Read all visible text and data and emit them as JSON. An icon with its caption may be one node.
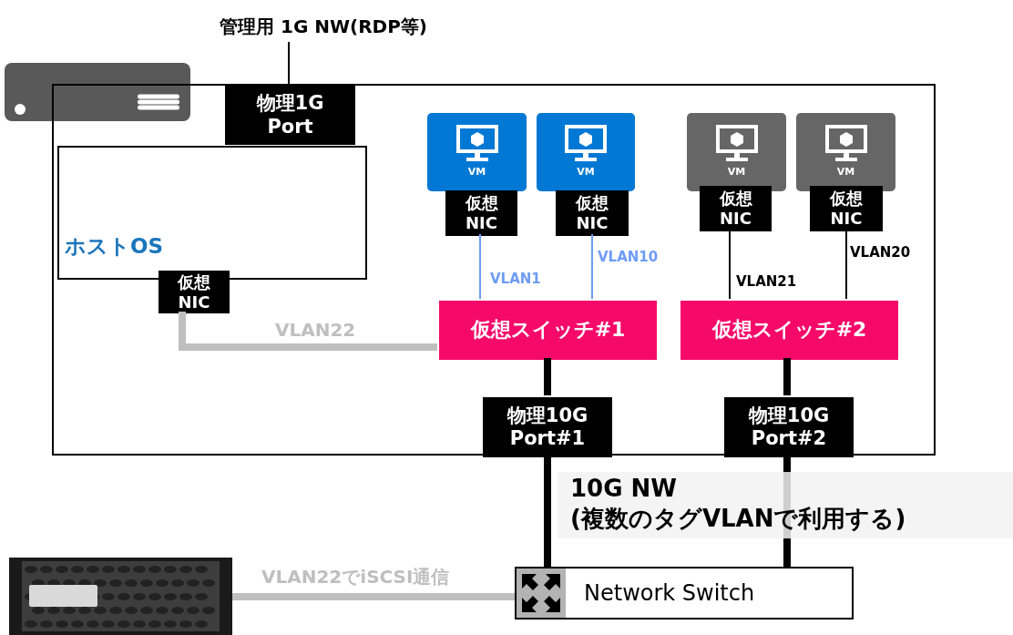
{
  "diagram": {
    "nodes": [
      {
        "text": [
          "管理用 1G NW(RDP等)"
        ]
      },
      {
        "text": [],
        "shape": "box"
      },
      {
        "text": [
          "物理1G Port"
        ],
        "in": 1
      },
      {
        "text": [
          "VM"
        ],
        "in": 1
      },
      {
        "text": [
          "VM"
        ],
        "in": 1
      },
      {
        "text": [
          "VM"
        ],
        "in": 1
      },
      {
        "text": [
          "VM"
        ],
        "in": 1
      },
      {
        "text": [
          "ホストOS"
        ],
        "in": 1
      },
      {
        "text": [
          "仮想 NIC"
        ],
        "in": 1
      },
      {
        "text": [
          "仮想 NIC"
        ],
        "in": 1
      },
      {
        "text": [
          "仮想 NIC"
        ],
        "in": 1
      },
      {
        "text": [
          "仮想 NIC"
        ],
        "in": 1
      },
      {
        "text": [
          "仮想 NIC"
        ],
        "in": 1
      },
      {
        "text": [
          "仮想スイッチ#1"
        ],
        "in": 1
      },
      {
        "text": [
          "仮想スイッチ#2"
        ],
        "in": 1
      },
      {
        "text": [
          "物理10G Port#1"
        ],
        "in": 1
      },
      {
        "text": [
          "物理10G Port#2"
        ],
        "in": 1
      },
      {
        "text": [],
        "shape": "picture"
      },
      {
        "text": [
          "Network Switch"
        ]
      }
    ],
    "edges": [
      {
        "from": 0,
        "to": 2,
        "arrow": "none"
      },
      {
        "from": 12,
        "to": 13,
        "arrow": "none",
        "label": "VLAN22",
        "color": "#bfbfbf"
      },
      {
        "from": 8,
        "to": 13,
        "arrow": "none",
        "label": "VLAN1",
        "color": "#6e9cf5"
      },
      {
        "from": 9,
        "to": 13,
        "arrow": "none",
        "label": "VLAN10",
        "color": "#6e9cf5"
      },
      {
        "from": 10,
        "to": 14,
        "arrow": "none",
        "label": "VLAN21"
      },
      {
        "from": 11,
        "to": 14,
        "arrow": "none",
        "label": "VLAN20"
      },
      {
        "from": 13,
        "to": 15,
        "arrow": "none"
      },
      {
        "from": 14,
        "to": 16,
        "arrow": "none"
      },
      {
        "from": 15,
        "to": 18,
        "arrow": "none"
      },
      {
        "from": 16,
        "to": 18,
        "arrow": "none"
      },
      {
        "from": 17,
        "to": 18,
        "arrow": "none",
        "label": "VLAN22でiSCSI通信",
        "color": "#bfbfbf"
      }
    ],
    "labels": [
      "10G NW (複数のタグVLANで利用する)"
    ]
  }
}
